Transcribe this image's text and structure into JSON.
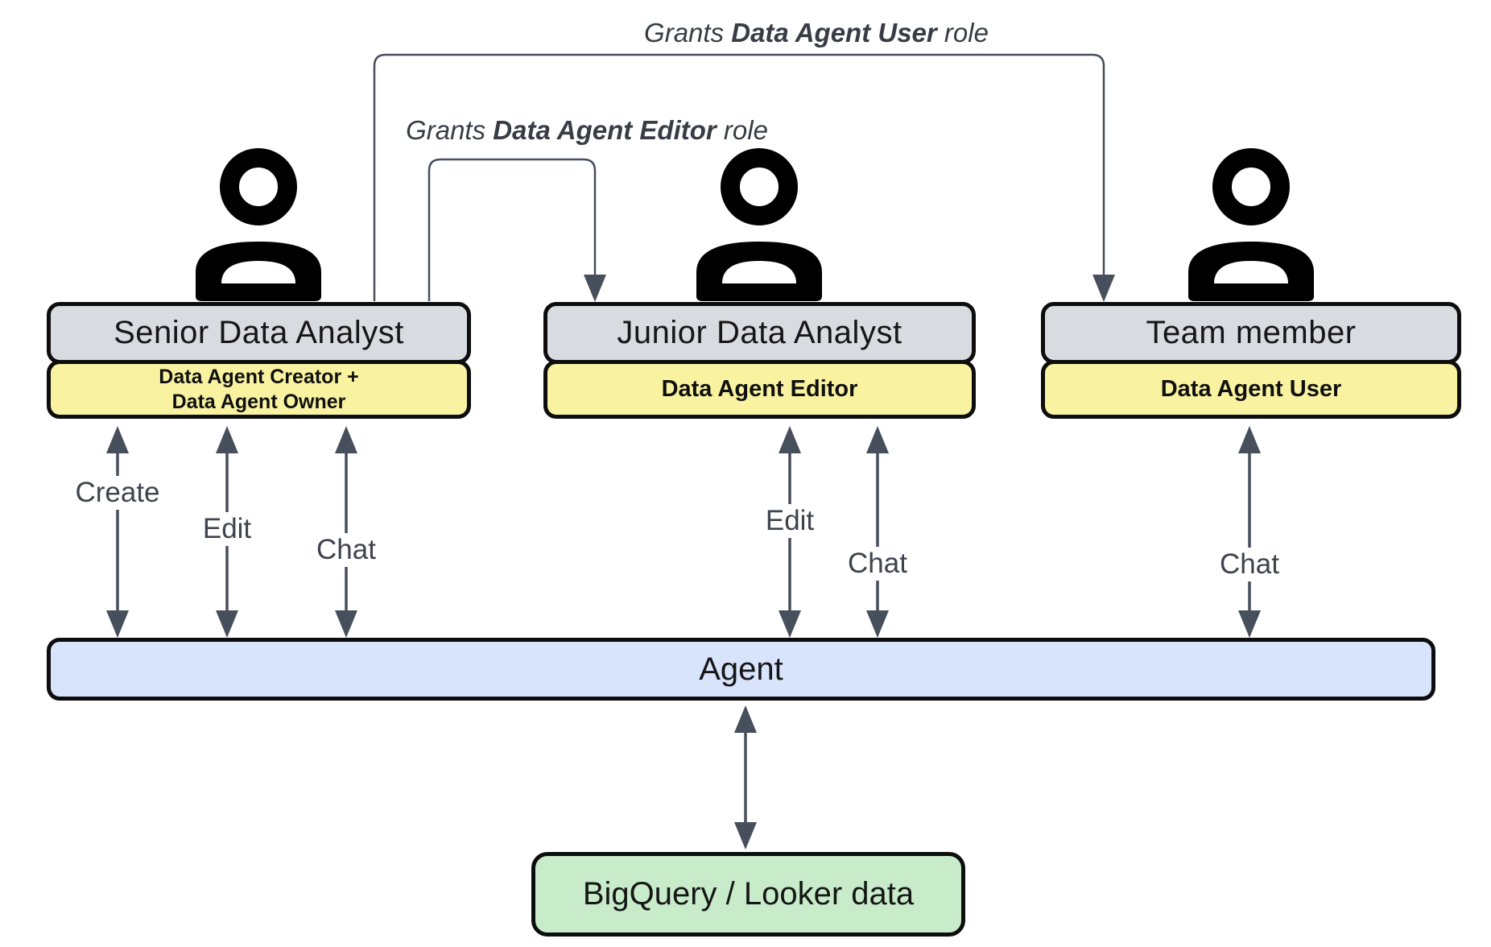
{
  "grant_labels": {
    "user": {
      "prefix": "Grants ",
      "bold": "Data Agent User",
      "suffix": " role"
    },
    "editor": {
      "prefix": "Grants ",
      "bold": "Data Agent Editor",
      "suffix": " role"
    }
  },
  "actors": [
    {
      "title": "Senior Data Analyst",
      "roles": [
        "Data Agent Creator +",
        "Data Agent Owner"
      ]
    },
    {
      "title": "Junior Data Analyst",
      "roles": [
        "Data Agent Editor"
      ]
    },
    {
      "title": "Team member",
      "roles": [
        "Data Agent User"
      ]
    }
  ],
  "flow_labels": {
    "senior_create": "Create",
    "senior_edit": "Edit",
    "senior_chat": "Chat",
    "junior_edit": "Edit",
    "junior_chat": "Chat",
    "team_chat": "Chat"
  },
  "agent": {
    "label": "Agent"
  },
  "datastore": {
    "label": "BigQuery / Looker data"
  },
  "colors": {
    "card_gray": "#d8dbe0",
    "role_yellow": "#f9f3a1",
    "agent_blue": "#d8e3fc",
    "data_green": "#c8ecca",
    "arrow": "#474e5c",
    "icon_black": "#000000"
  }
}
